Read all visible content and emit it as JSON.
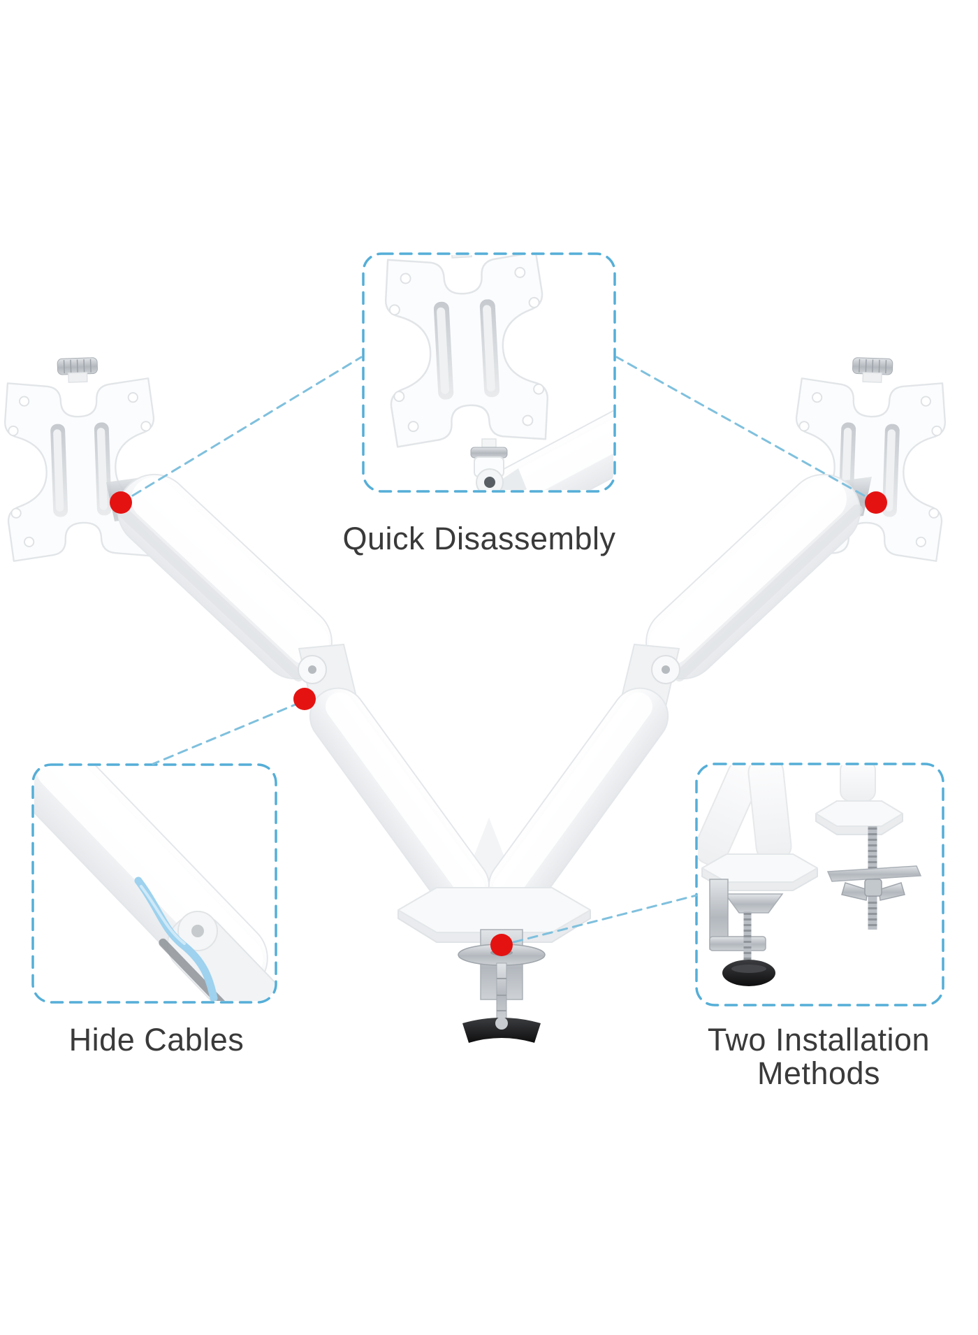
{
  "labels": {
    "quick_disassembly": "Quick Disassembly",
    "hide_cables": "Hide Cables",
    "two_installation_line1": "Two Installation",
    "two_installation_line2": "Methods"
  },
  "callouts": [
    {
      "id": "quick-disassembly",
      "label": "Quick Disassembly"
    },
    {
      "id": "hide-cables",
      "label": "Hide Cables"
    },
    {
      "id": "two-installation-methods",
      "label": "Two Installation Methods"
    }
  ],
  "markers": [
    {
      "name": "left-vesa-marker"
    },
    {
      "name": "right-vesa-marker"
    },
    {
      "name": "left-elbow-marker"
    },
    {
      "name": "base-clamp-marker"
    }
  ],
  "colors": {
    "background": "#ffffff",
    "label_text": "#3a3a3a",
    "callout_dash": "#55aed7",
    "leader_dash": "#7fc0dd",
    "marker_red": "#e41312",
    "cable_blue": "#9ed2ee",
    "product_white": "#fbfcfd",
    "product_shadow": "#e8eaed",
    "metal_gray": "#b9bec4",
    "knob_black": "#161616"
  }
}
